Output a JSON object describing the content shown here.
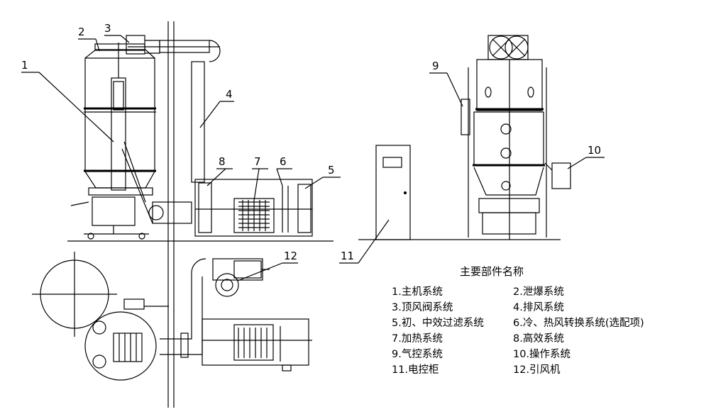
{
  "legend": {
    "title": "主要部件名称",
    "items": [
      "1.主机系统",
      "2.泄爆系统",
      "3.顶风阀系统",
      "4.排风系统",
      "5.初、中效过滤系统",
      "6.冷、热风转换系统(选配项)",
      "7.加热系统",
      "8.高效系统",
      "9.气控系统",
      "10.操作系统",
      "11.电控柜",
      "12.引风机"
    ]
  },
  "callouts": [
    "1",
    "2",
    "3",
    "4",
    "5",
    "6",
    "7",
    "8",
    "9",
    "10",
    "11",
    "12"
  ]
}
